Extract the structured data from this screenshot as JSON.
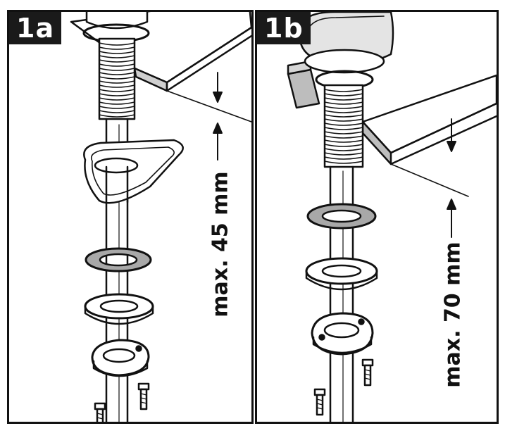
{
  "panels": [
    {
      "label": "1a",
      "dimension": "max. 45 mm"
    },
    {
      "label": "1b",
      "dimension": "max. 70 mm"
    }
  ],
  "colors": {
    "line": "#111111",
    "shade": "#b5b5b5",
    "light": "#d9d9d9",
    "badge": "#1a1a1a"
  }
}
